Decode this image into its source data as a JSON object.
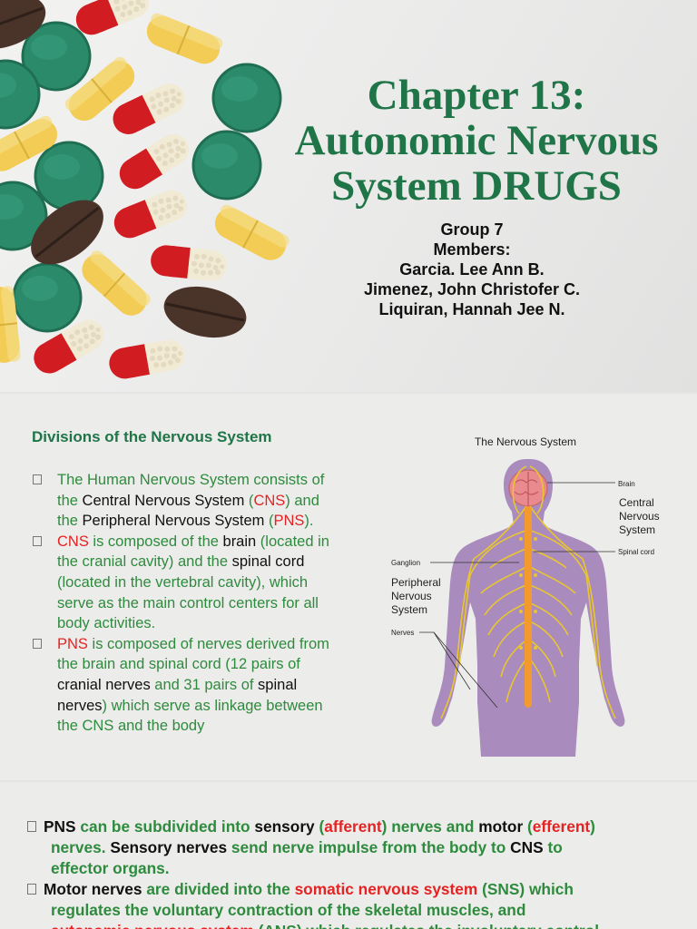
{
  "slide1": {
    "title_lines": [
      "Chapter 13:",
      "Autonomic Nervous",
      "System DRUGS"
    ],
    "group_label": "Group 7",
    "members_label": "Members:",
    "members": [
      "Garcia. Lee Ann B.",
      "Jimenez, John Christofer C.",
      "Liquiran, Hannah Jee N."
    ]
  },
  "slide2": {
    "heading": "Divisions of the Nervous System",
    "b1": {
      "t1": "The Human Nervous System consists of",
      "t2": "the ",
      "t3": "Central Nervous System",
      "t4": " (",
      "t5": "CNS",
      "t6": ") and",
      "t7": "the ",
      "t8": "Peripheral Nervous System",
      "t9": " (",
      "t10": "PNS",
      "t11": ")."
    },
    "b2": {
      "t1": "CNS",
      "t2": " is composed of the ",
      "t3": "brain",
      "t4": " (located in",
      "t5": "the cranial cavity) and the ",
      "t6": "spinal cord",
      "t7": "(located in the vertebral cavity), which",
      "t8": "serve as the main control centers for all",
      "t9": "body activities."
    },
    "b3": {
      "t1": "PNS",
      "t2": " is composed of nerves derived from",
      "t3": "the brain and spinal cord (12 pairs of",
      "t4": "cranial nerves",
      "t5": " and 31 pairs of ",
      "t6": "spinal",
      "t7": "nerves",
      "t8": ") which serve as linkage between",
      "t9": "the CNS and the body"
    },
    "figure": {
      "title": "The Nervous System",
      "labels": {
        "brain": "Brain",
        "cns": [
          "Central",
          "Nervous",
          "System"
        ],
        "spinal_cord": "Spinal cord",
        "ganglion": "Ganglion",
        "pns": [
          "Peripheral",
          "Nervous",
          "System"
        ],
        "nerves": "Nerves"
      }
    }
  },
  "slide3": {
    "b1": {
      "t1": "PNS",
      "t2": " can be subdivided into ",
      "t3": "sensory",
      "t4": " (",
      "t5": "afferent",
      "t6": ") nerves and ",
      "t7": "motor",
      "t8": " (",
      "t9": "efferent",
      "t10": ")",
      "t11": "nerves.",
      "t12": " Sensory nerves",
      "t13": " send nerve impulse from the body to ",
      "t14": "CNS",
      "t15": " to",
      "t16": "effector organs."
    },
    "b2": {
      "t1": "Motor nerves",
      "t2": " are divided into the ",
      "t3": "somatic nervous system",
      "t4": " (",
      "t5": "SNS",
      "t6": ") which",
      "t7": "regulates the voluntary contraction of the skeletal muscles, and",
      "t8": "autonomic nervous system",
      "t9": " (",
      "t10": "ANS",
      "t11": ") which regulates the involuntary control"
    }
  },
  "colors": {
    "title_green": "#1f7547",
    "text_green": "#2e8b3e",
    "accent_red": "#e52323",
    "body_purple": "#a98bbd",
    "nerve_yellow": "#e9c631"
  }
}
